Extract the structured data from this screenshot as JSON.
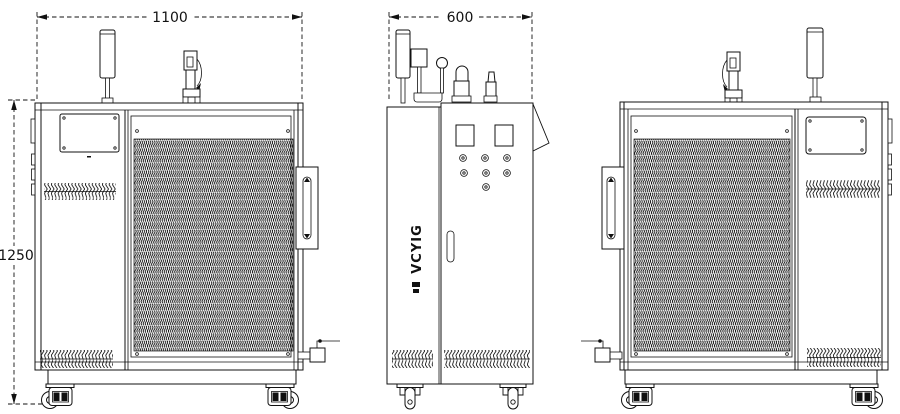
{
  "drawing": {
    "dimensions": {
      "width": "1100",
      "depth": "600",
      "height": "1250"
    },
    "logo": {
      "text": "VCYIG"
    }
  }
}
